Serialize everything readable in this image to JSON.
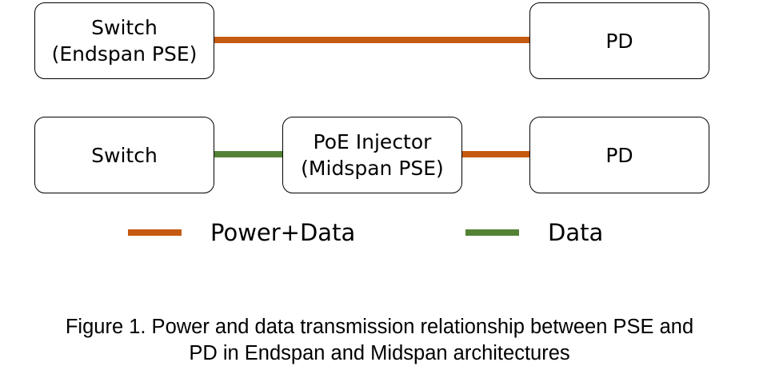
{
  "diagram": {
    "rows": [
      {
        "nodes": [
          {
            "lines": [
              "Switch",
              "(Endspan PSE)"
            ]
          },
          {
            "lines": [
              "PD"
            ]
          }
        ],
        "links": [
          {
            "type": "Power+Data"
          }
        ]
      },
      {
        "nodes": [
          {
            "lines": [
              "Switch"
            ]
          },
          {
            "lines": [
              "PoE Injector",
              "(Midspan PSE)"
            ]
          },
          {
            "lines": [
              "PD"
            ]
          }
        ],
        "links": [
          {
            "type": "Data"
          },
          {
            "type": "Power+Data"
          }
        ]
      }
    ],
    "legend": [
      {
        "label": "Power+Data",
        "color": "#c55a11"
      },
      {
        "label": "Data",
        "color": "#548235"
      }
    ],
    "caption": [
      "Figure 1. Power and data transmission relationship between PSE and",
      "PD in Endspan and Midspan architectures"
    ]
  }
}
